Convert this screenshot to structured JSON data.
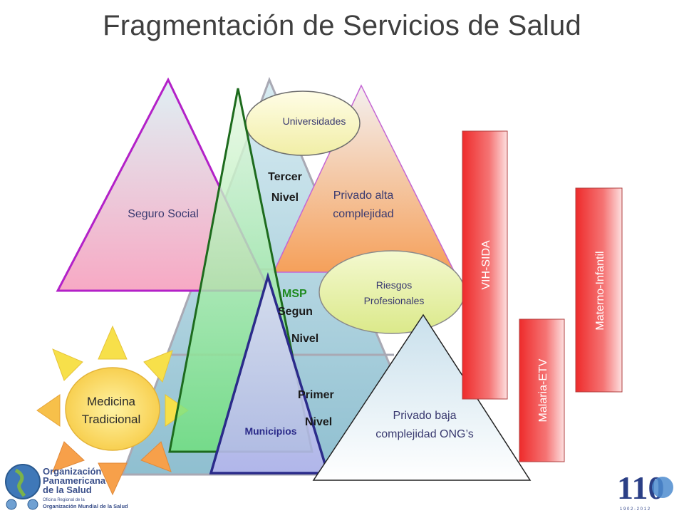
{
  "title": "Fragmentación de Servicios de Salud",
  "levels": {
    "tercer_1": "Tercer",
    "tercer_2": "Nivel",
    "msp": "MSP",
    "segundo_1": "Segun",
    "segundo_2": "Nivel",
    "primer_1": "Primer",
    "primer_2": "Nivel"
  },
  "labels": {
    "seguro_social": "Seguro Social",
    "universidades": "Universidades",
    "privado_alta_1": "Privado alta",
    "privado_alta_2": "complejidad",
    "riesgos_1": "Riesgos",
    "riesgos_2": "Profesionales",
    "municipios": "Municipios",
    "medicina_1": "Medicina",
    "medicina_2": "Tradicional",
    "privado_baja_1": "Privado baja",
    "privado_baja_2": "complejidad ONG’s"
  },
  "vertical_programs": {
    "vih": "VIH-SIDA",
    "malaria": "Malaria-ETV",
    "materno": "Materno-Infantil"
  },
  "logos": {
    "ops_1": "Organización",
    "ops_2": "Panamericana",
    "ops_3": "de la Salud",
    "ops_4": "Oficina Regional de la",
    "ops_5": "Organización Mundial de la Salud",
    "anniv_number": "110",
    "anniv_years": "1 9 0 2 - 2 0 1 2"
  },
  "colors": {
    "title": "#3f3f3f",
    "level_text": "#1a1a1a",
    "msp_text": "#1e8a1e",
    "label_text": "#3a3a70",
    "vertical_red": "#e8262a"
  }
}
